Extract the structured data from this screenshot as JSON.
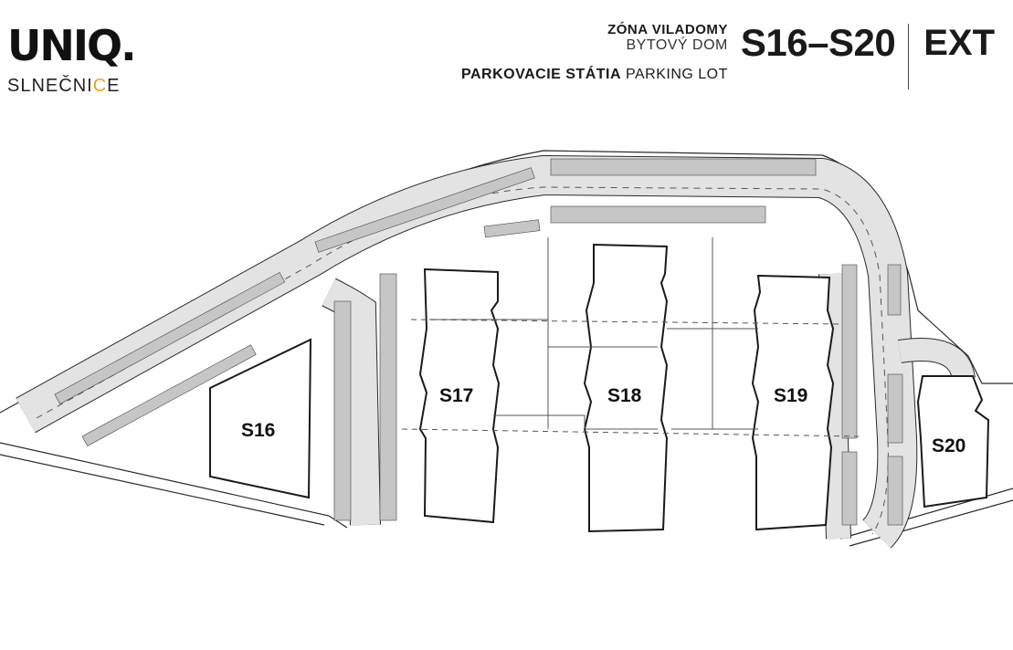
{
  "brand": {
    "name": "UNIQ.",
    "sub_before": "SLNEČNI",
    "sub_mark": "C",
    "sub_after": "E"
  },
  "header": {
    "zone": "ZÓNA VILADOMY",
    "building_type": "BYTOVÝ DOM",
    "code": "S16–S20",
    "ext": "EXT",
    "parking_sk": "PARKOVACIE STÁTIA",
    "parking_en": "PARKING LOT"
  },
  "buildings": [
    {
      "id": "s16",
      "label": "S16"
    },
    {
      "id": "s17",
      "label": "S17"
    },
    {
      "id": "s18",
      "label": "S18"
    },
    {
      "id": "s19",
      "label": "S19"
    },
    {
      "id": "s20",
      "label": "S20"
    }
  ],
  "colors": {
    "road": "#e3e3e3",
    "spot": "#c6c6c6",
    "line": "#2a2a2a",
    "accent": "#e8a51a"
  }
}
